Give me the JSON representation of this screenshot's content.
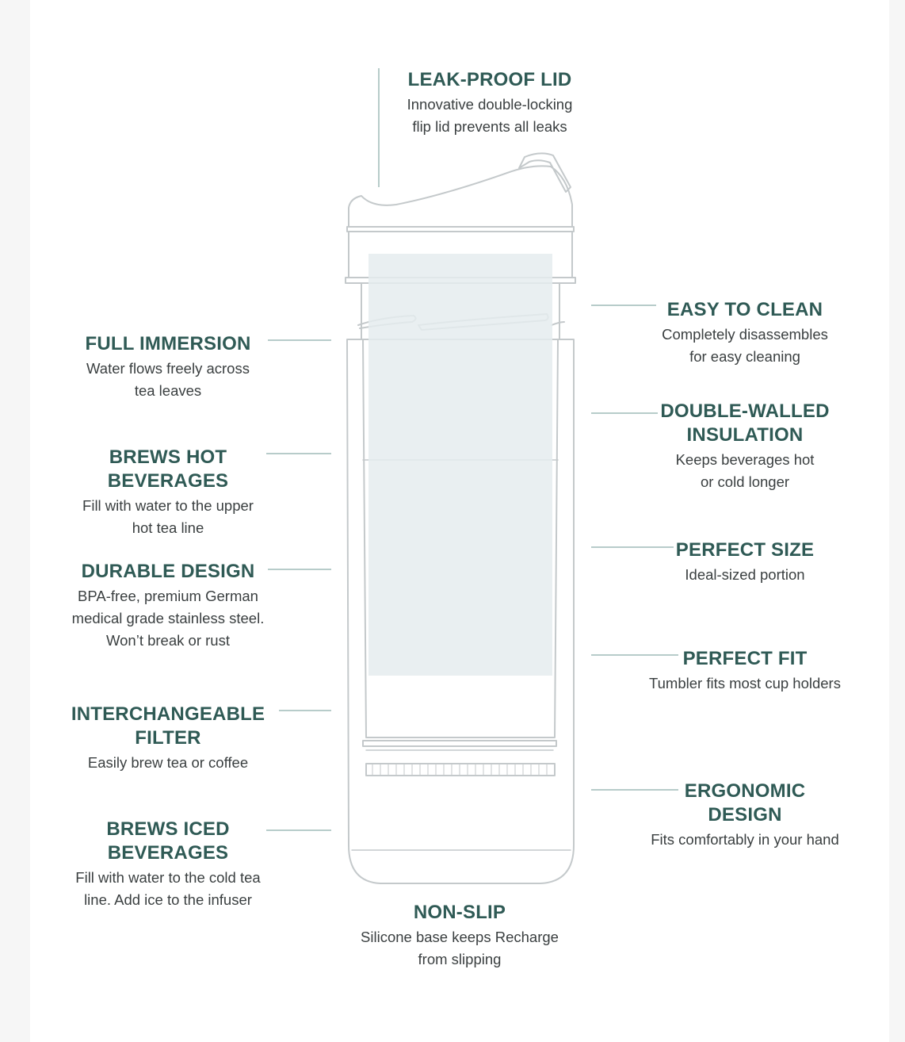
{
  "features": {
    "leak_proof_lid": {
      "title": "LEAK-PROOF LID",
      "desc": "Innovative double-locking\nflip lid prevents all leaks"
    },
    "easy_to_clean": {
      "title": "EASY TO CLEAN",
      "desc": "Completely disassembles\nfor easy cleaning"
    },
    "full_immersion": {
      "title": "FULL IMMERSION",
      "desc": "Water flows freely across\ntea leaves"
    },
    "double_walled": {
      "title": "DOUBLE-WALLED\nINSULATION",
      "desc": "Keeps beverages hot\nor cold longer"
    },
    "brews_hot": {
      "title": "BREWS HOT\nBEVERAGES",
      "desc": "Fill with water to the upper\nhot tea line"
    },
    "perfect_size": {
      "title": "PERFECT SIZE",
      "desc": "Ideal-sized portion"
    },
    "durable_design": {
      "title": "DURABLE DESIGN",
      "desc": "BPA-free, premium German\nmedical grade stainless steel.\nWon’t break or rust"
    },
    "perfect_fit": {
      "title": "PERFECT FIT",
      "desc": "Tumbler fits most cup holders"
    },
    "interchangeable_filter": {
      "title": "INTERCHANGEABLE\nFILTER",
      "desc": "Easily brew tea or coffee"
    },
    "ergonomic_design": {
      "title": "ERGONOMIC\nDESIGN",
      "desc": "Fits comfortably in your hand"
    },
    "brews_iced": {
      "title": "BREWS ICED\nBEVERAGES",
      "desc": "Fill with water to the cold tea\nline. Add ice to the infuser"
    },
    "non_slip": {
      "title": "NON-SLIP",
      "desc": "Silicone base keeps Recharge\nfrom slipping"
    }
  },
  "colors": {
    "title": "#2f5a55",
    "text": "#3a3f40",
    "line": "#9fbcb8",
    "outline": "#c4c9cb",
    "infuser_fill": "#e5ecef"
  }
}
